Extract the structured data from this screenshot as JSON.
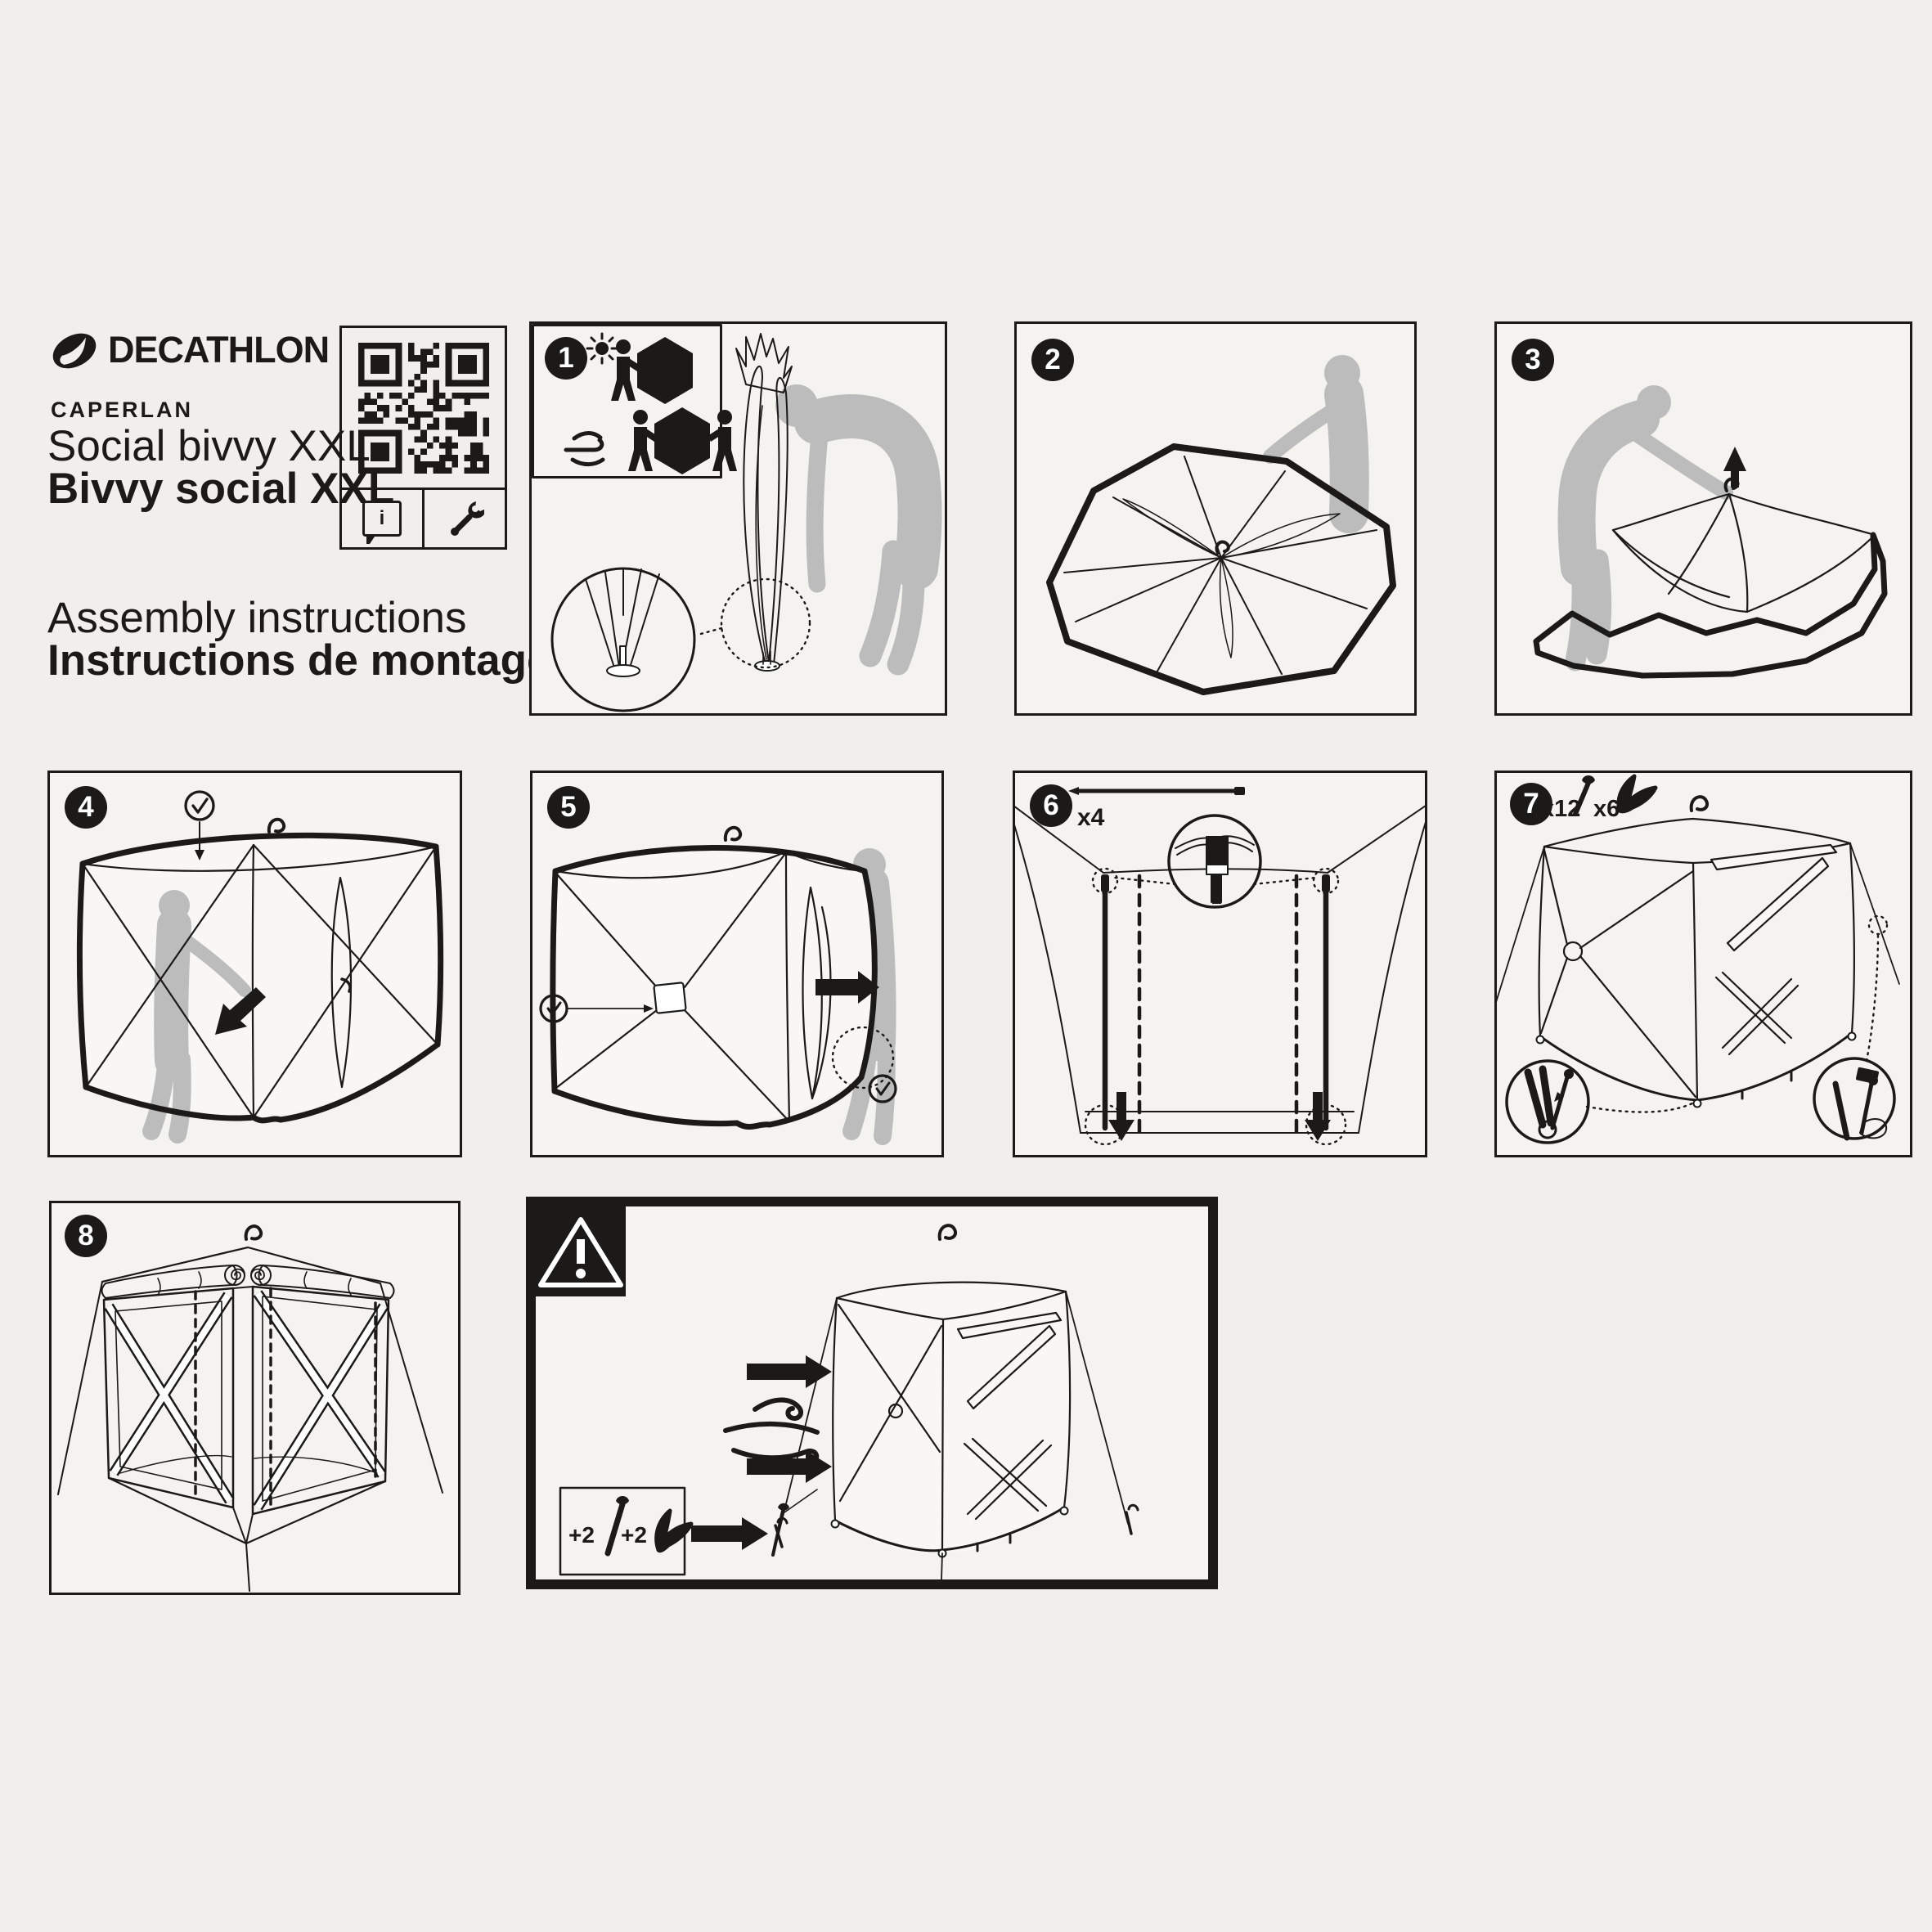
{
  "colors": {
    "background": "#f0efec",
    "panel_background": "#f4f3f0",
    "ink": "#1c1a19",
    "silhouette_gray": "#bcbcbc"
  },
  "header": {
    "brand": "DECATHLON",
    "sub_brand": "CAPERLAN",
    "product_en": "Social bivvy XXL",
    "product_fr": "Bivvy social XXL",
    "instructions_en": "Assembly instructions",
    "instructions_fr": "Instructions de montage"
  },
  "qr_panel": {
    "info_label": "i",
    "info_icon": "info-speech-bubble-icon",
    "tool_icon": "wrench-icon"
  },
  "steps": [
    {
      "number": "1"
    },
    {
      "number": "2"
    },
    {
      "number": "3"
    },
    {
      "number": "4"
    },
    {
      "number": "5"
    },
    {
      "number": "6",
      "pole_quantity": "x4"
    },
    {
      "number": "7",
      "peg_quantity": "x12",
      "tensioner_quantity": "x6"
    },
    {
      "number": "8"
    }
  ],
  "warning": {
    "extra_pegs": "+2",
    "extra_tensioners": "+2"
  }
}
